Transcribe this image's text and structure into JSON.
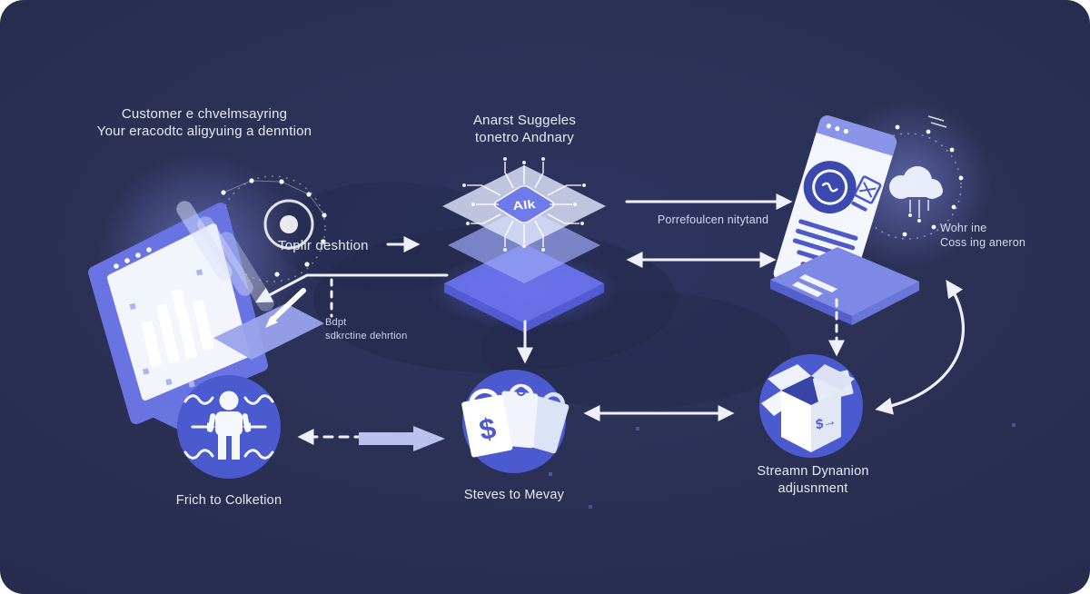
{
  "palette": {
    "background": "#2b3054",
    "illustration_blue": "#6974e2",
    "circle_blue": "#4b5ace",
    "stack_purple": "#6b74f0",
    "arrow_white": "#eef1fb",
    "block_arrow": "#b9c1ec"
  },
  "captions": {
    "top_left": {
      "line1": "Customer e chvelmsayring",
      "line2": "Your eracodtc aligyuing a denntion"
    },
    "ai_stack": {
      "line1": "Anarst Suggeles",
      "line2": "tonetro Andnary"
    },
    "topic_label": "Toplir deshtion",
    "branch_note": {
      "line1": "Bdpt",
      "line2": "sdkrctine dehrtion"
    },
    "flow_label": "Porrefoulcen nitytand",
    "web_note": {
      "line1": "Wohr ine",
      "line2": "Coss ing aneron"
    },
    "person_label": "Frich to Colketion",
    "bags_label": "Steves to Mevay",
    "stream_label": {
      "line1": "Streamn Dynanion",
      "line2": "adjusnment"
    }
  },
  "glyphs": {
    "chip": "AIk",
    "dollar": "$",
    "box_side": "$→"
  }
}
